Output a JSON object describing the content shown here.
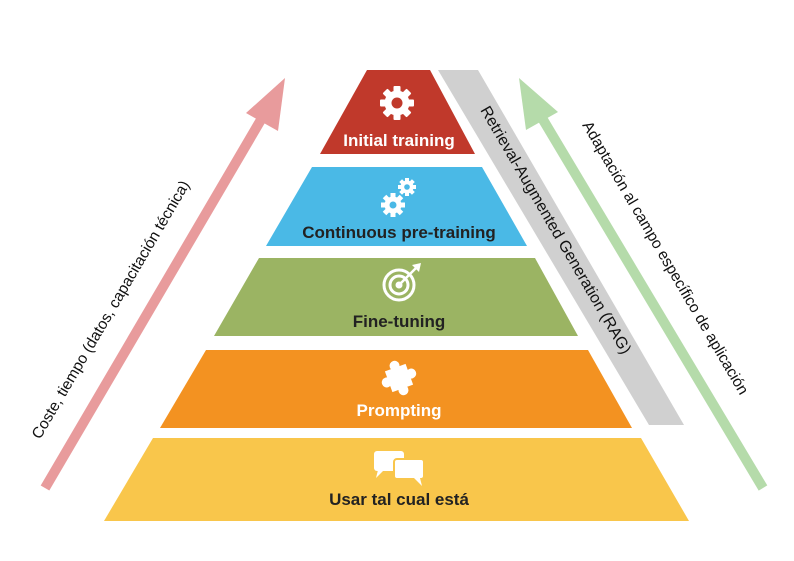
{
  "pyramid": {
    "levels": [
      {
        "label": "Initial training",
        "color": "#c0392b",
        "icon": "gear-icon"
      },
      {
        "label": "Continuous pre-training",
        "color": "#4ab9e6",
        "icon": "gears-icon"
      },
      {
        "label": "Fine-tuning",
        "color": "#9bb463",
        "icon": "target-icon"
      },
      {
        "label": "Prompting",
        "color": "#f39221",
        "icon": "puzzle-icon"
      },
      {
        "label": "Usar tal cual está",
        "color": "#f9c64b",
        "icon": "chat-bubbles-icon"
      }
    ]
  },
  "rag_band": {
    "label": "Retrieval-Augmented Generation (RAG)",
    "color": "#d0d0d0"
  },
  "left_arrow": {
    "label": "Coste, tiempo (datos, capacitación técnica)",
    "color": "#e89b9c"
  },
  "right_arrow": {
    "label": "Adaptación al campo específico de aplicación",
    "color": "#b5dbaa"
  }
}
